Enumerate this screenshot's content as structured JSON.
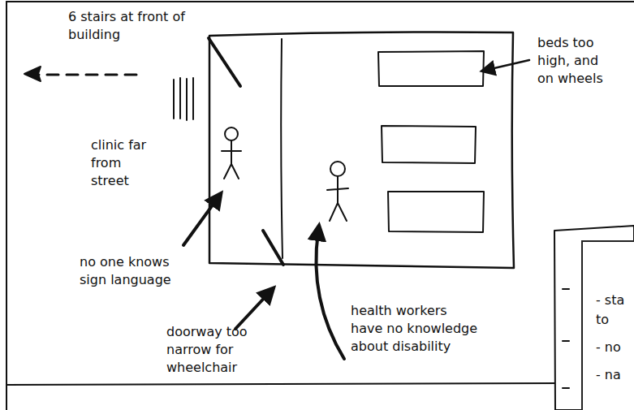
{
  "diagram": {
    "nodes": [
      {
        "text": [
          "- sta to",
          "- no",
          "- na"
        ]
      }
    ],
    "labels": [
      "6 stairs at front of building",
      "clinic far from street",
      "no one knows sign language",
      "doorway too narrow for wheelchair",
      "health workers have no knowledge about disability",
      "beds too high, and on wheels"
    ]
  }
}
